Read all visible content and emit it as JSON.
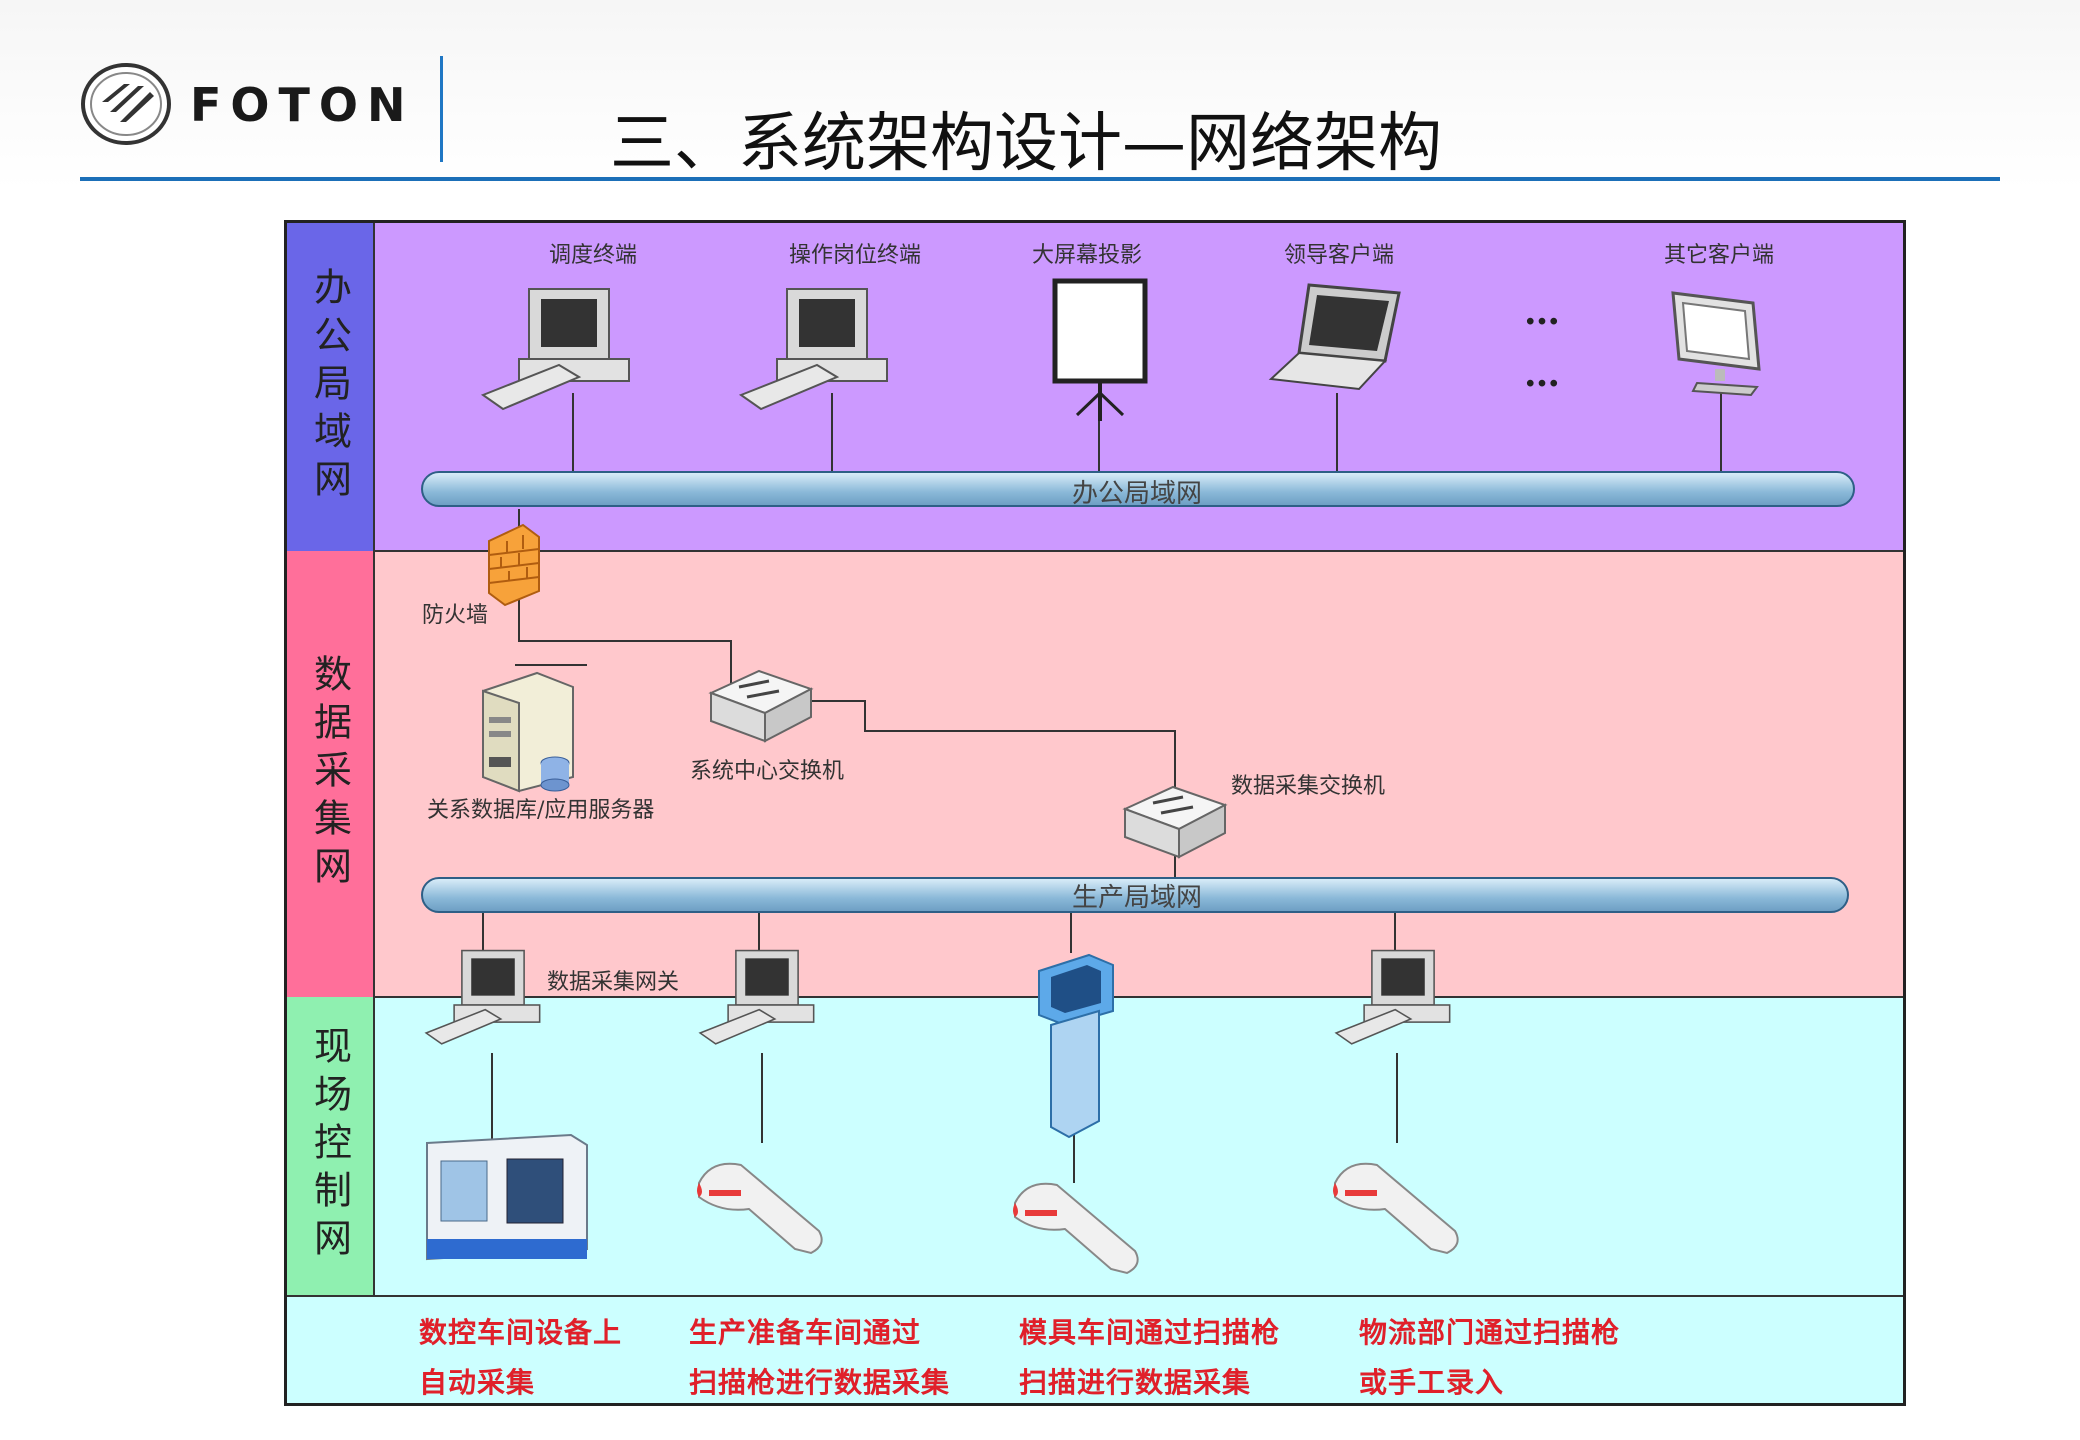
{
  "header": {
    "logo_text": "FOTON",
    "title": "三、系统架构设计—网络架构"
  },
  "colors": {
    "accent_blue": "#1b6fb8",
    "office_band": "#cc99ff",
    "office_side": "#6a66e8",
    "data_band": "#ffc8cc",
    "data_side": "#ff6f9a",
    "field_band": "#ccffff",
    "field_side": "#8ff0b0",
    "note_red": "#e0202a"
  },
  "zones": {
    "office": "办公局域网",
    "data": "数据采集网",
    "field": "现场控制网"
  },
  "office": {
    "devices": [
      "调度终端",
      "操作岗位终端",
      "大屏幕投影",
      "领导客户端",
      "其它客户端"
    ],
    "ellipsis": "…",
    "bus": "办公局域网"
  },
  "data": {
    "firewall": "防火墙",
    "server": "关系数据库/应用服务器",
    "core_switch": "系统中心交换机",
    "collect_switch": "数据采集交换机",
    "bus": "生产局域网"
  },
  "field": {
    "gateway": "数据采集网关"
  },
  "notes": [
    [
      "数控车间设备上",
      "自动采集"
    ],
    [
      "生产准备车间通过",
      "扫描枪进行数据采集"
    ],
    [
      "模具车间通过扫描枪",
      "扫描进行数据采集"
    ],
    [
      "物流部门通过扫描枪",
      "或手工录入"
    ]
  ]
}
